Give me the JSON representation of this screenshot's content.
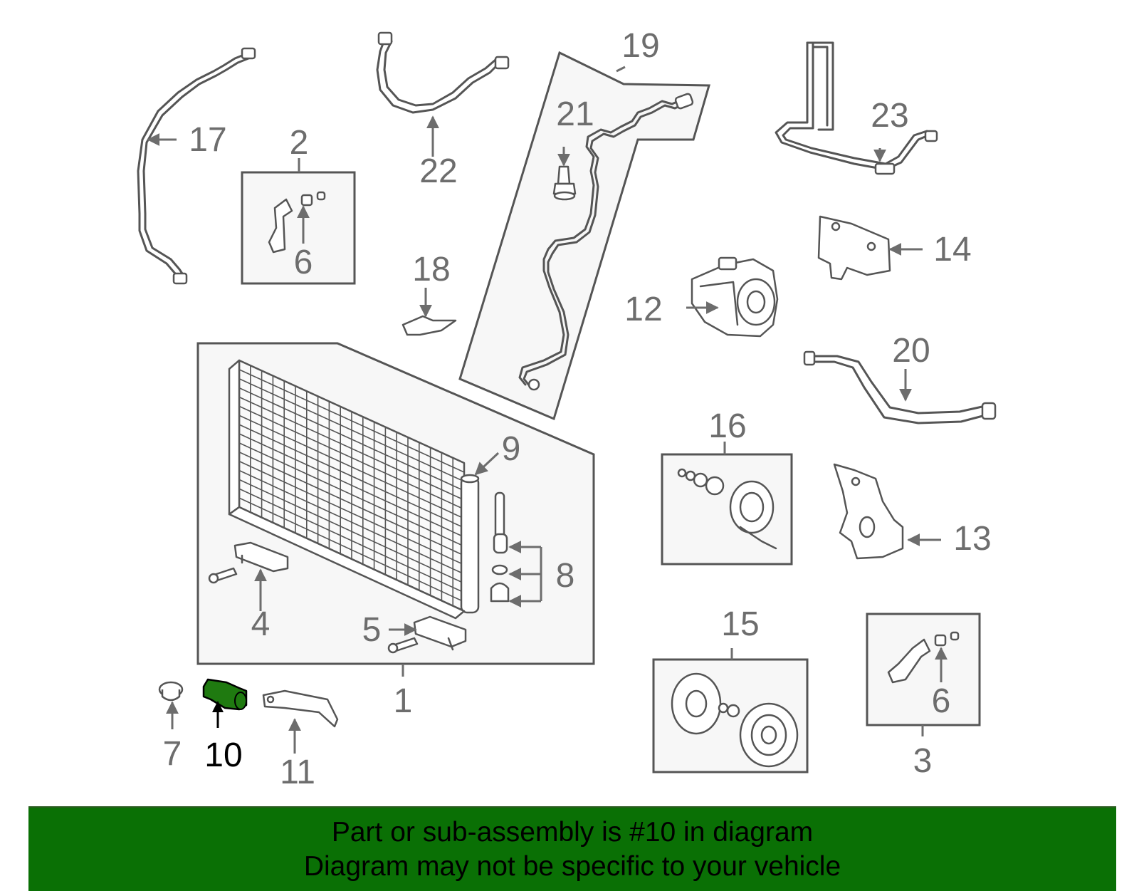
{
  "diagram": {
    "callouts": {
      "c1": "1",
      "c2": "2",
      "c3": "3",
      "c4": "4",
      "c5": "5",
      "c6a": "6",
      "c6b": "6",
      "c7": "7",
      "c8": "8",
      "c9": "9",
      "c10": "10",
      "c11": "11",
      "c12": "12",
      "c13": "13",
      "c14": "14",
      "c15": "15",
      "c16": "16",
      "c17": "17",
      "c18": "18",
      "c19": "19",
      "c20": "20",
      "c21": "21",
      "c22": "22",
      "c23": "23"
    },
    "highlighted_part": "10",
    "colors": {
      "highlight": "#1f7a10",
      "banner": "#0a7005",
      "lines": "#555555",
      "labels": "#6d6d6d"
    }
  },
  "banner": {
    "line1": "Part or sub-assembly is #10 in diagram",
    "line2": "Diagram may not be specific to your vehicle"
  }
}
